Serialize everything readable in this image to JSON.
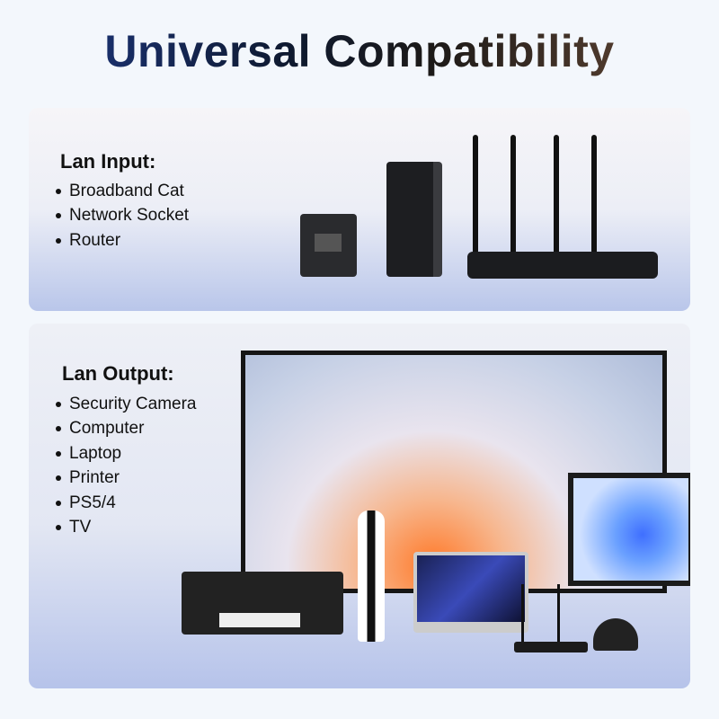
{
  "title": "Universal Compatibility",
  "input": {
    "heading": "Lan Input:",
    "items": [
      "Broadband Cat",
      "Network Socket",
      "Router"
    ]
  },
  "output": {
    "heading": "Lan Output:",
    "items": [
      "Security Camera",
      "Computer",
      "Laptop",
      "Printer",
      "PS5/4",
      "TV"
    ]
  },
  "colors": {
    "title_start": "#1e3a8a",
    "title_end": "#6b4c38"
  }
}
